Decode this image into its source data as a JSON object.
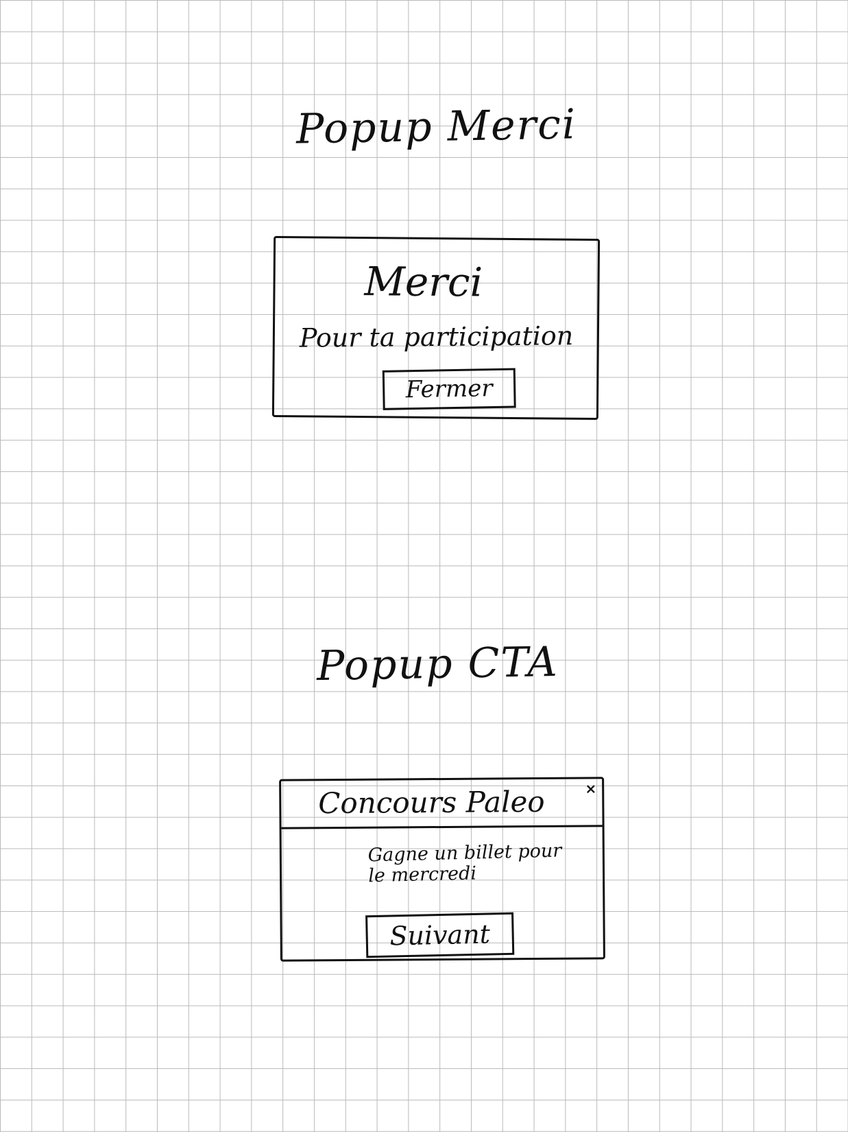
{
  "sections": {
    "merci": {
      "title": "Popup Merci",
      "popup": {
        "heading": "Merci",
        "subheading": "Pour ta participation",
        "button_label": "Fermer"
      }
    },
    "cta": {
      "title": "Popup CTA",
      "popup": {
        "header_title": "Concours Paleo",
        "close_glyph": "×",
        "body_text": "Gagne un billet pour le mercredi",
        "button_label": "Suivant"
      }
    }
  },
  "colors": {
    "ink": "#111111",
    "grid": "#b9b9b9",
    "paper": "#ffffff"
  }
}
